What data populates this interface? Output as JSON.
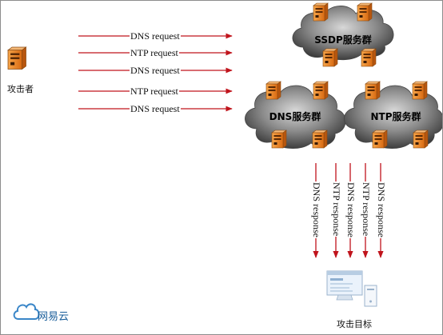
{
  "attacker": {
    "label": "攻击者"
  },
  "target": {
    "label": "攻击目标"
  },
  "requests": [
    "DNS request",
    "NTP request",
    "DNS request",
    "NTP request",
    "DNS request"
  ],
  "clouds": {
    "ssdp": "SSDP服务群",
    "dns": "DNS服务群",
    "ntp": "NTP服务群"
  },
  "responses": [
    "DNS response",
    "NTP response",
    "DNS response",
    "NTP response",
    "DNS response"
  ],
  "brand": {
    "name": "网易云"
  },
  "colors": {
    "arrow": "#c0141c",
    "server": "#e8832b",
    "cloud": "#595959",
    "brand": "#1a5e9a"
  }
}
